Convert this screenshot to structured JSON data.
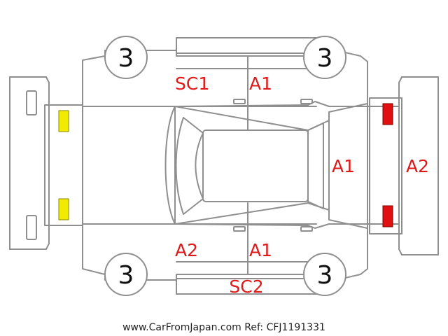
{
  "damage_codes": {
    "front_left_door": "SC1",
    "rear_left_door": "A1",
    "front_right_door": "A2",
    "rear_right_door": "A1",
    "rear_window": "A1",
    "rear_bumper": "A2",
    "right_side_sill": "SC2"
  },
  "tires": {
    "front_left": "3",
    "rear_left": "3",
    "front_right": "3",
    "rear_right": "3"
  },
  "markers": {
    "front_lamp_color": "#f2ea00",
    "rear_lamp_color": "#e01010"
  },
  "footer": "www.CarFromJapan.com Ref: CFJ1191331"
}
